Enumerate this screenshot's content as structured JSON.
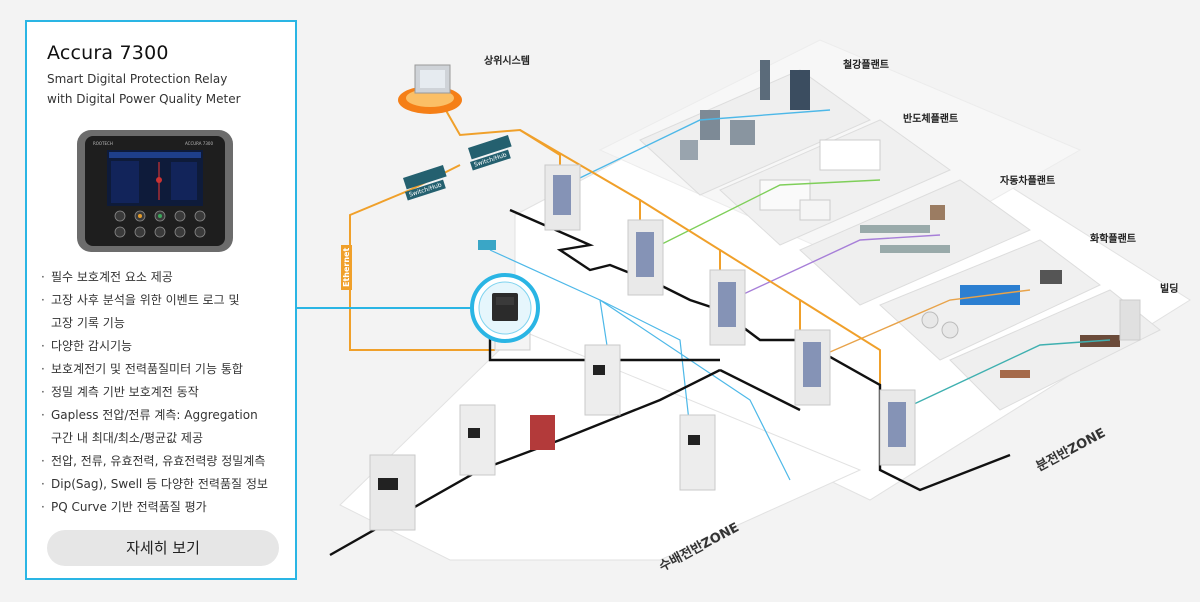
{
  "panel": {
    "title": "Accura 7300",
    "subtitle_line1": "Smart Digital Protection Relay",
    "subtitle_line2": "with Digital Power Quality Meter",
    "device_brand": "ROOTECH",
    "device_model": "ACCURA 7300",
    "features": [
      {
        "text": "필수 보호계전 요소 제공"
      },
      {
        "text": "고장 사후 분석을 위한 이벤트 로그 및",
        "cont": "고장 기록 기능"
      },
      {
        "text": "다양한 감시기능"
      },
      {
        "text": "보호계전기 및 전력품질미터 기능 통합"
      },
      {
        "text": "정밀 계측 기반 보호계전 동작"
      },
      {
        "text": "Gapless 전압/전류 계측: Aggregation",
        "cont": "구간 내 최대/최소/평균값 제공"
      },
      {
        "text": "전압, 전류, 유효전력, 유효전력량 정밀계측"
      },
      {
        "text": "Dip(Sag), Swell 등 다양한 전력품질 정보"
      },
      {
        "text": "PQ Curve 기반 전력품질 평가"
      }
    ],
    "bullet": "·",
    "detail_button": "자세히 보기"
  },
  "diagram": {
    "labels": {
      "upper_system": "상위시스템",
      "steel_plant": "철강플랜트",
      "semiconductor_plant": "반도체플랜트",
      "auto_plant": "자동차플랜트",
      "chemical_plant": "화학플랜트",
      "building": "빌딩"
    },
    "zones": {
      "receiving": "수배전반ZONE",
      "distribution": "분전반ZONE"
    },
    "ethernet_label": "Ethernet",
    "switch_label_1": "Switch/Hub",
    "switch_label_2": "Switch/Hub"
  },
  "colors": {
    "accent_cyan": "#2ab5e4",
    "ethernet_orange": "#f0a02a",
    "power_line": "#111111",
    "steel_line": "#4db8e8",
    "semi_line": "#7fcf5a",
    "auto_line": "#a77fd8",
    "chem_line": "#e8a34a",
    "bldg_line": "#3fb0b0"
  }
}
